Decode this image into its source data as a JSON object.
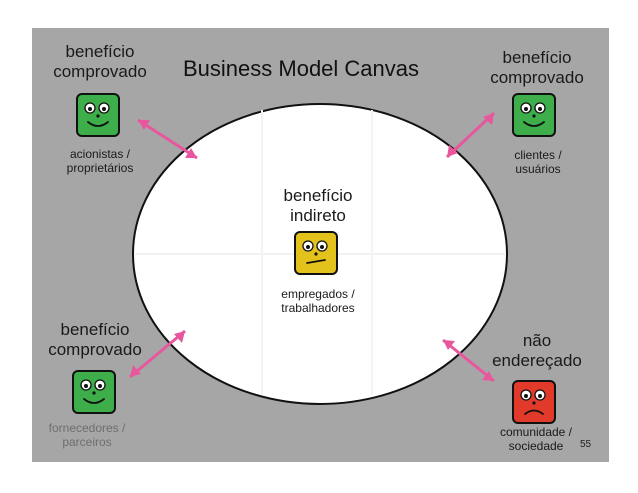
{
  "title": "Business Model Canvas",
  "slide_number": "55",
  "center": {
    "status": "benefício\nindireto",
    "group": "empregados /\ntrabalhadores",
    "face": "neutral"
  },
  "top_left": {
    "status": "benefício\ncomprovado",
    "group": "acionistas /\nproprietários",
    "face": "happy"
  },
  "top_right": {
    "status": "benefício\ncomprovado",
    "group": "clientes /\nusuários",
    "face": "happy"
  },
  "bottom_left": {
    "status": "benefício\ncomprovado",
    "group": "fornecedores /\nparceiros",
    "face": "happy"
  },
  "bottom_right": {
    "status": "não\nendereçado",
    "group": "comunidade /\nsociedade",
    "face": "sad"
  },
  "colors": {
    "background": "#a6a6a6",
    "happy": "#3dae4a",
    "neutral": "#e3c21c",
    "sad": "#e23a2a",
    "arrow": "#e8579d",
    "oval": "#ffffff"
  }
}
